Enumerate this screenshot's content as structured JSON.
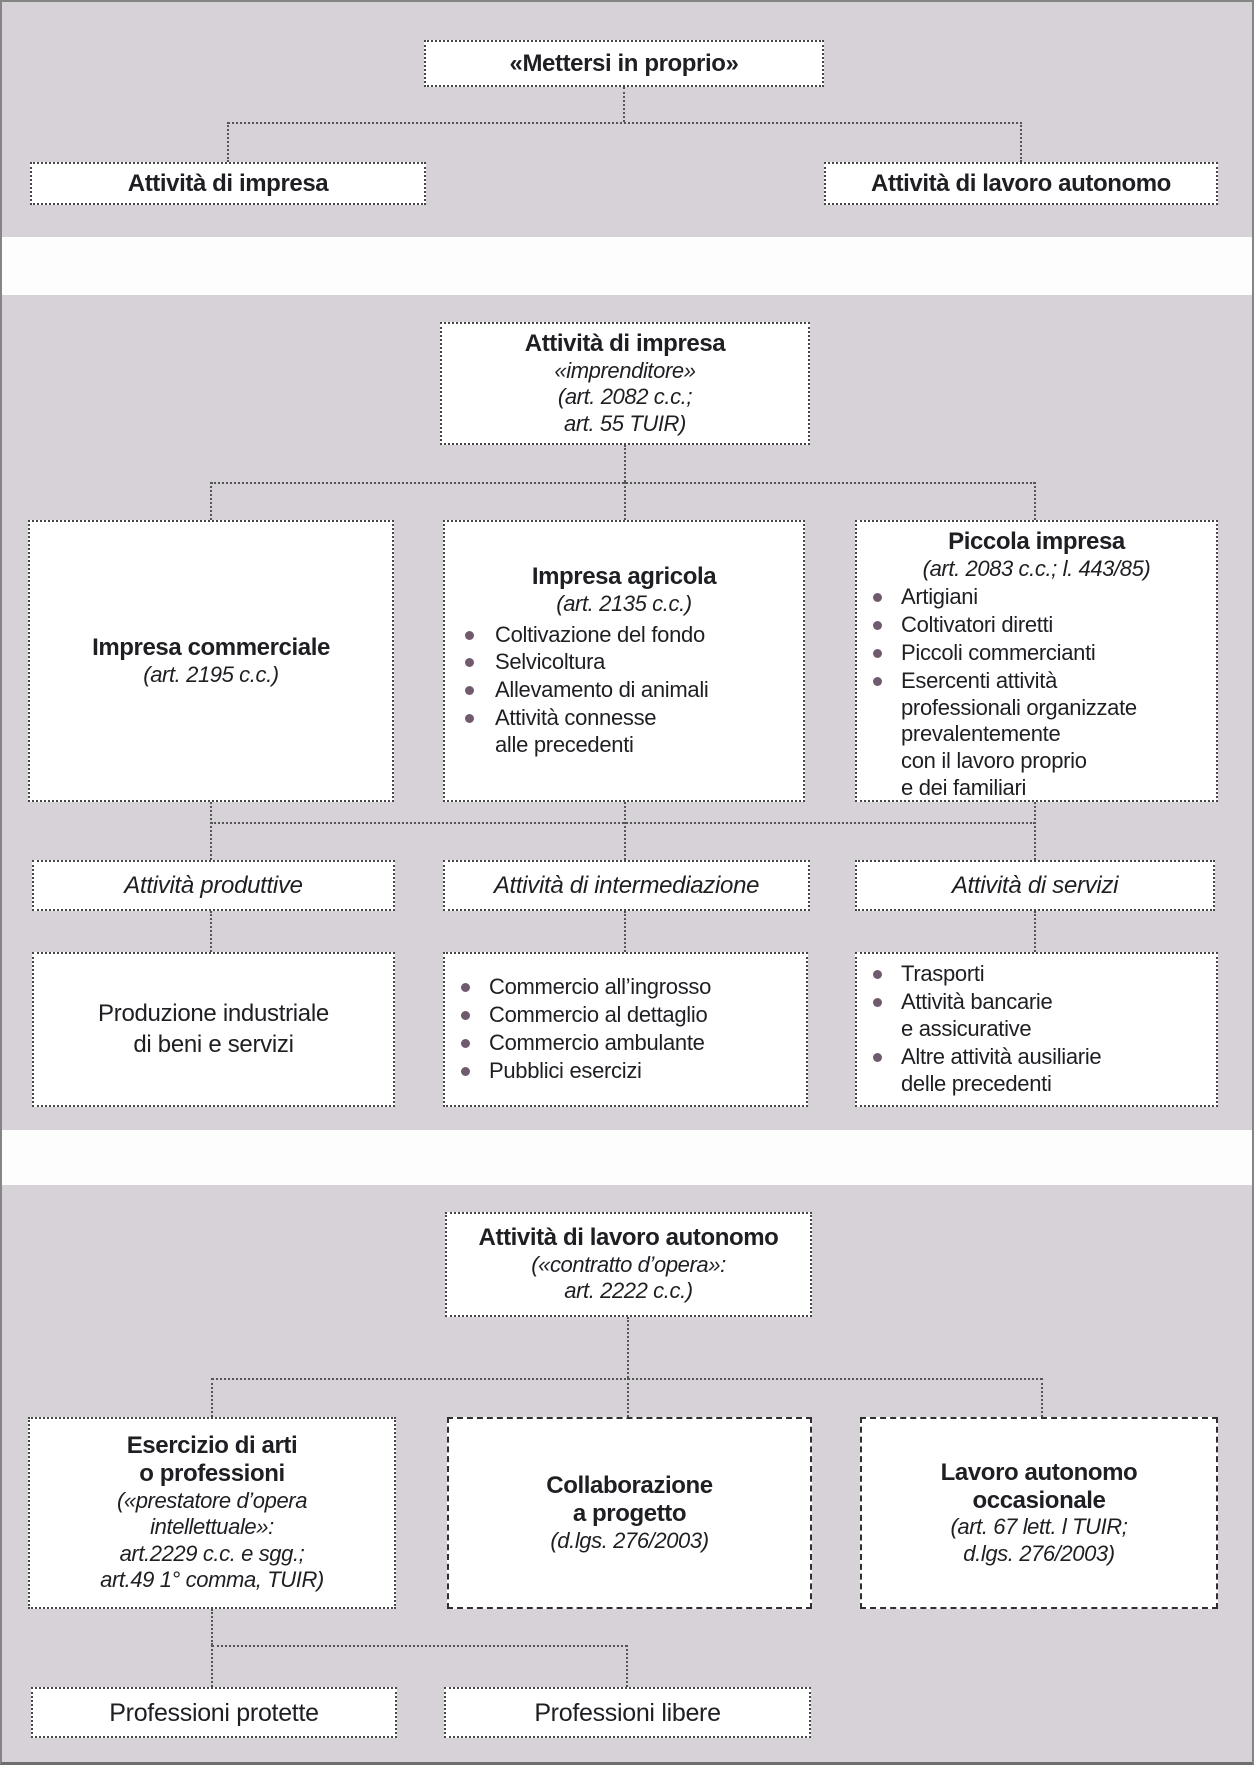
{
  "palette": {
    "background_gray": "#d6d2d8",
    "band_white": "#fdfdfd",
    "box_background": "#ffffff",
    "box_border": "#454545",
    "connector": "#565656",
    "text": "#1f1e23",
    "bullet_dot": "#6f5a6e",
    "frame": "#858585"
  },
  "top": {
    "root_label": "«Mettersi in proprio»",
    "left_label": "Attività di impresa",
    "right_label": "Attività di lavoro autonomo"
  },
  "impresa": {
    "header_title": "Attività di impresa",
    "header_cite": "«imprenditore»\n(art. 2082 c.c.;\nart. 55 TUIR)",
    "commerciale_title": "Impresa commerciale",
    "commerciale_cite": "(art. 2195 c.c.)",
    "agricola_title": "Impresa agricola",
    "agricola_cite": "(art. 2135 c.c.)",
    "agricola_bullets": [
      "Coltivazione del fondo",
      "Selvicoltura",
      "Allevamento di animali",
      "Attività connesse\nalle precedenti"
    ],
    "piccola_title": "Piccola impresa",
    "piccola_cite": "(art. 2083 c.c.; l. 443/85)",
    "piccola_bullets": [
      "Artigiani",
      "Coltivatori diretti",
      "Piccoli commercianti",
      "Esercenti attività\nprofessionali organizzate\nprevalentemente\ncon il lavoro proprio\ne dei familiari"
    ],
    "label_produttive": "Attività produttive",
    "label_intermediazione": "Attività di intermediazione",
    "label_servizi": "Attività di servizi",
    "produzione_text": "Produzione industriale\ndi beni e servizi",
    "intermediazione_bullets": [
      "Commercio all’ingrosso",
      "Commercio al dettaglio",
      "Commercio ambulante",
      "Pubblici esercizi"
    ],
    "servizi_bullets": [
      "Trasporti",
      "Attività bancarie\ne assicurative",
      "Altre attività ausiliarie\ndelle precedenti"
    ]
  },
  "autonomo": {
    "header_title": "Attività di lavoro autonomo",
    "header_cite": "(«contratto d’opera»:\nart. 2222 c.c.)",
    "esercizio_title": "Esercizio di arti\no professioni",
    "esercizio_cite": "(«prestatore d’opera\nintellettuale»:\nart.2229 c.c. e sgg.;\nart.49 1° comma, TUIR)",
    "collaborazione_title": "Collaborazione\na progetto",
    "collaborazione_cite": "(d.lgs. 276/2003)",
    "occasionale_title": "Lavoro autonomo\noccasionale",
    "occasionale_cite": "(art. 67 lett. l TUIR;\nd.lgs. 276/2003)",
    "protette_label": "Professioni protette",
    "libere_label": "Professioni libere"
  }
}
